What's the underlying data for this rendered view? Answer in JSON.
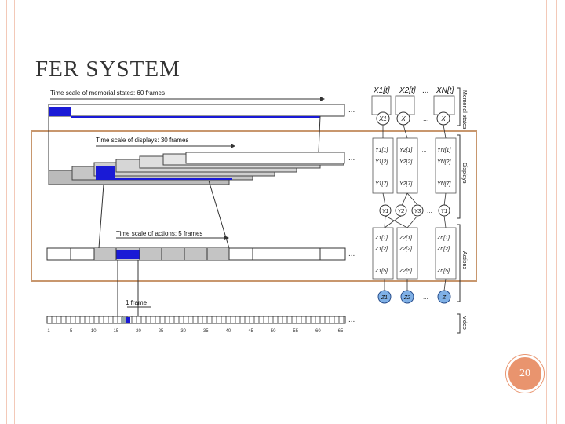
{
  "slide": {
    "title": "FER SYSTEM",
    "page_number": "20"
  },
  "diagram": {
    "label_memorial": "Time scale of memorial states: 60 frames",
    "label_displays": "Time scale of displays: 30 frames",
    "label_actions": "Time scale of actions: 5 frames",
    "label_one_frame": "1 frame",
    "ellipsis": "...",
    "axis_ticks": [
      "1",
      "5",
      "10",
      "15",
      "20",
      "25",
      "30",
      "35",
      "40",
      "45",
      "50",
      "55",
      "60",
      "65"
    ],
    "side_labels": [
      "Memorial states",
      "Displays",
      "Actions",
      "video"
    ],
    "x_header": [
      "X1[t]",
      "X2[t]",
      "...",
      "XN[t]"
    ],
    "x_nodes": [
      "X1",
      "X",
      "X"
    ],
    "y_table": [
      [
        "Y1[1]",
        "Y2[1]",
        "...",
        "YN[1]"
      ],
      [
        "Y1[2]",
        "Y2[2]",
        "...",
        "YN[2]"
      ],
      [
        "Y1[7]",
        "Y2[7]",
        "...",
        "YN[7]"
      ]
    ],
    "y_nodes": [
      "Y1",
      "Y2",
      "Y3",
      "Y1"
    ],
    "z_table": [
      [
        "Z1[1]",
        "Z2[1]",
        "...",
        "Zn[1]"
      ],
      [
        "Z1[2]",
        "Z2[2]",
        "...",
        "Zn[2]"
      ],
      [
        "Z1[5]",
        "Z2[5]",
        "...",
        "Zn[5]"
      ]
    ],
    "z_nodes": [
      "Z1",
      "Z2",
      "Z"
    ]
  }
}
